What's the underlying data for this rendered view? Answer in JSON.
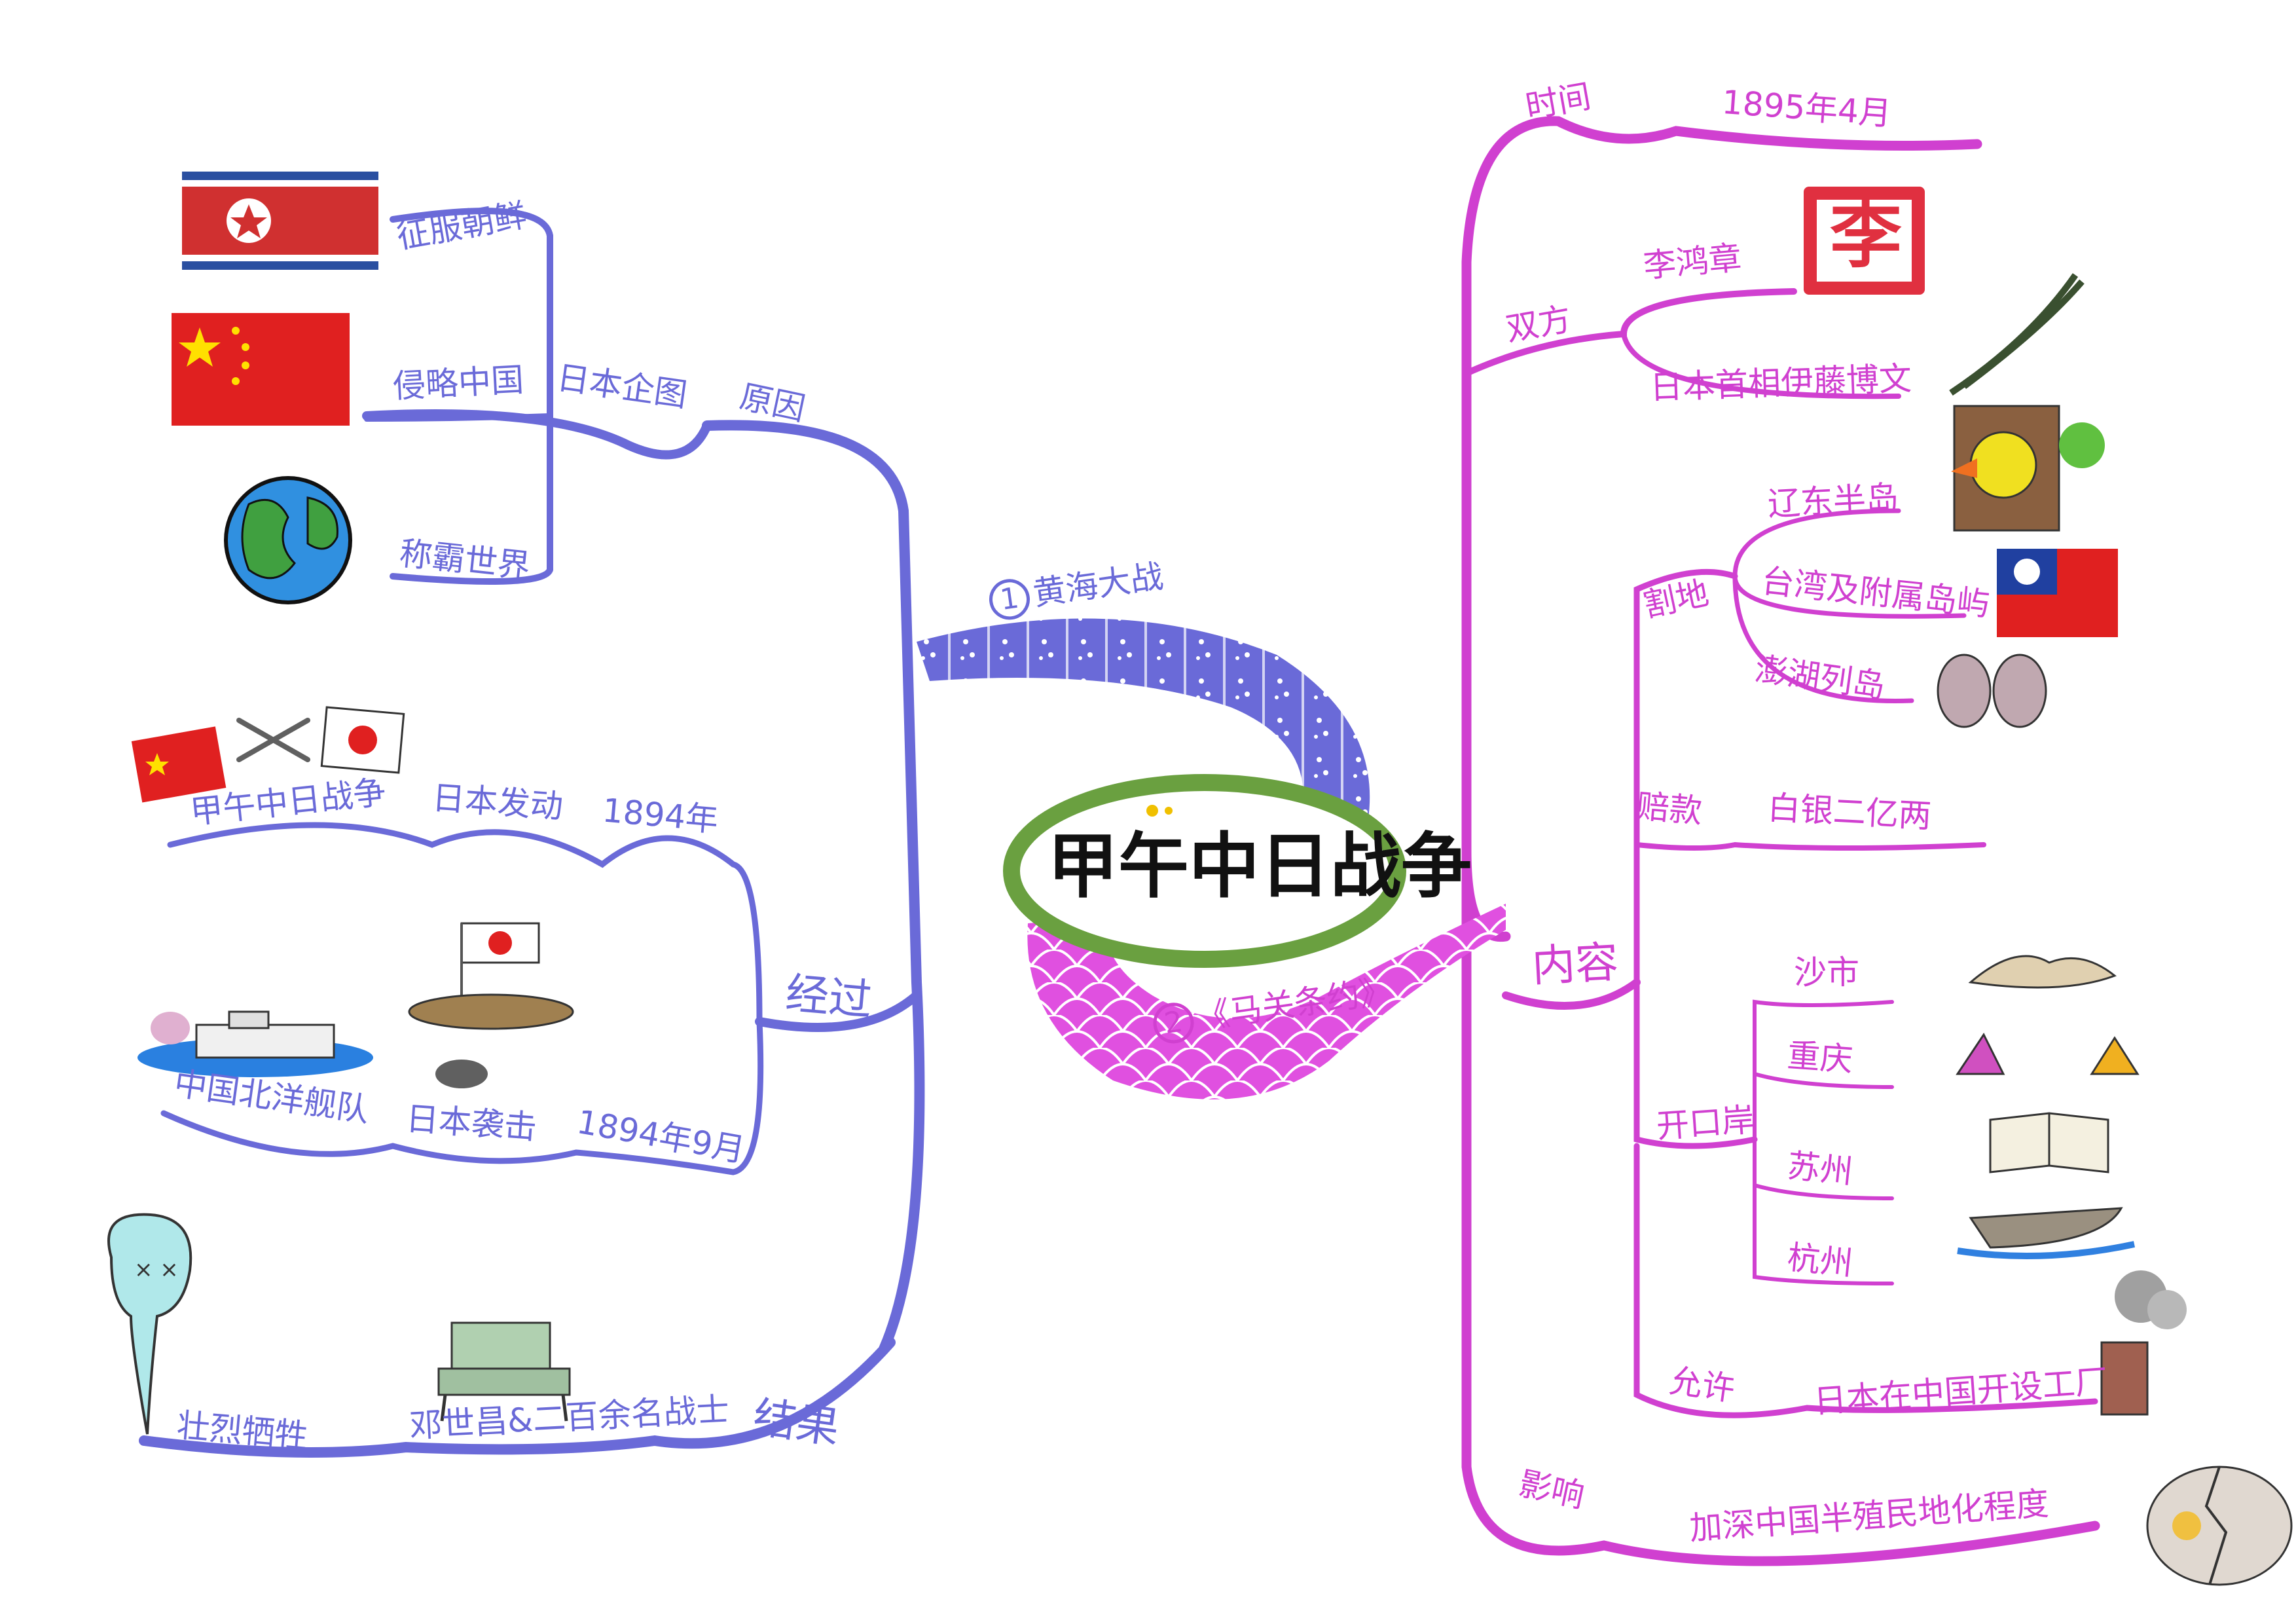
{
  "center": {
    "title": "甲午中日战争"
  },
  "left": {
    "branch_yellow_sea": {
      "label": "黄海大战",
      "num": "1"
    },
    "cause": {
      "title": "原因",
      "plan": "日本企图",
      "items": [
        "征服朝鲜",
        "侵略中国",
        "称霸世界"
      ]
    },
    "process": {
      "title": "经过",
      "row1": [
        "甲午中日战争",
        "日本发动",
        "1894年"
      ],
      "row2": [
        "中国北洋舰队",
        "日本袭击",
        "1894年9月"
      ]
    },
    "result": {
      "title": "结果",
      "items": [
        "邓世昌&二百余名战士",
        "壮烈牺牲"
      ]
    }
  },
  "right": {
    "branch_treaty": {
      "label": "《马关条约》",
      "num": "2"
    },
    "time": {
      "title": "时间",
      "value": "1895年4月"
    },
    "parties": {
      "title": "双方",
      "items": [
        "李鸿章",
        "日本首相伊藤博文"
      ],
      "seal": "李"
    },
    "content": {
      "title": "内容",
      "cede": {
        "title": "割地",
        "items": [
          "辽东半岛",
          "台湾及附属岛屿",
          "澎湖列岛"
        ]
      },
      "indemnity": {
        "title": "赔款",
        "value": "白银二亿两"
      },
      "ports": {
        "title": "开口岸",
        "items": [
          "沙市",
          "重庆",
          "苏州",
          "杭州"
        ]
      },
      "allow": {
        "title": "允许",
        "value": "日本在中国开设工厂"
      }
    },
    "impact": {
      "title": "影响",
      "value": "加深中国半殖民地化程度"
    }
  },
  "colors": {
    "left_branch": "#6a6ad8",
    "right_branch": "#d040d0",
    "center_ring": "#6aa040"
  }
}
